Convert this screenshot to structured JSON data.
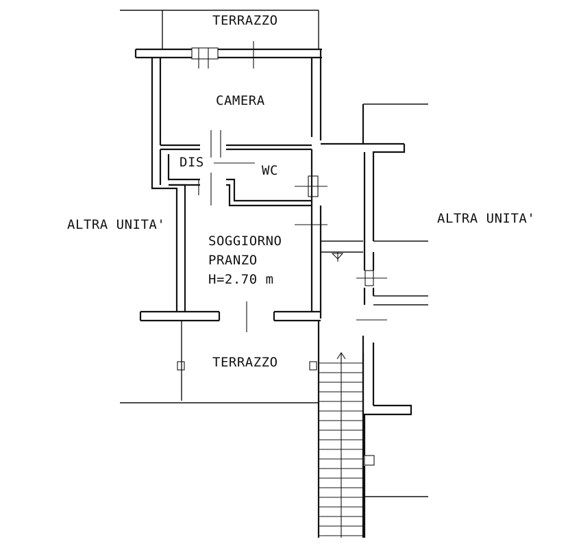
{
  "labels": {
    "terrazzo_top": "TERRAZZO",
    "camera": "CAMERA",
    "dis": "DIS",
    "wc": "WC",
    "altra_unita_left": "ALTRA UNITA'",
    "altra_unita_right": "ALTRA UNITA'",
    "soggiorno": "SOGGIORNO",
    "pranzo": "PRANZO",
    "height": "H=2.70 m",
    "terrazzo_bottom": "TERRAZZO"
  }
}
